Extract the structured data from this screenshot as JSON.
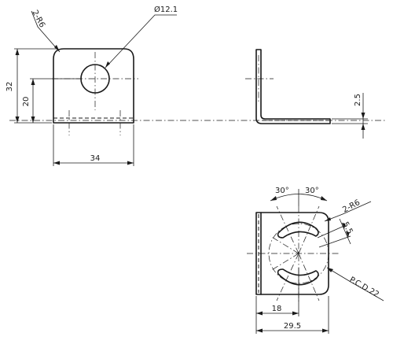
{
  "front_view": {
    "radius_label": "2-R6",
    "hole_label": "Ø12.1",
    "height_overall": "32",
    "height_center": "20",
    "width": "34"
  },
  "side_view": {
    "thickness": "2.5"
  },
  "top_view": {
    "angle_left": "30°",
    "angle_right": "30°",
    "radius_label": "2-R6",
    "slot_width": "5.5",
    "pcd_label": "P.C.D.22",
    "offset": "18",
    "width": "29.5"
  }
}
